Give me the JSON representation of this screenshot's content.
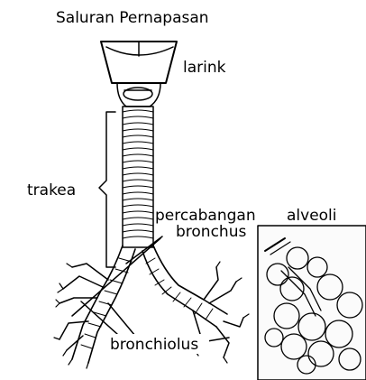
{
  "title": "Saluran Pernapasan",
  "labels": {
    "larynx": "larink",
    "trachea": "trakea",
    "bronchus_line1": "percabangan",
    "bronchus_line2": "bronchus",
    "bronchiole": "bronchiolus",
    "alveoli": "alveoli"
  }
}
